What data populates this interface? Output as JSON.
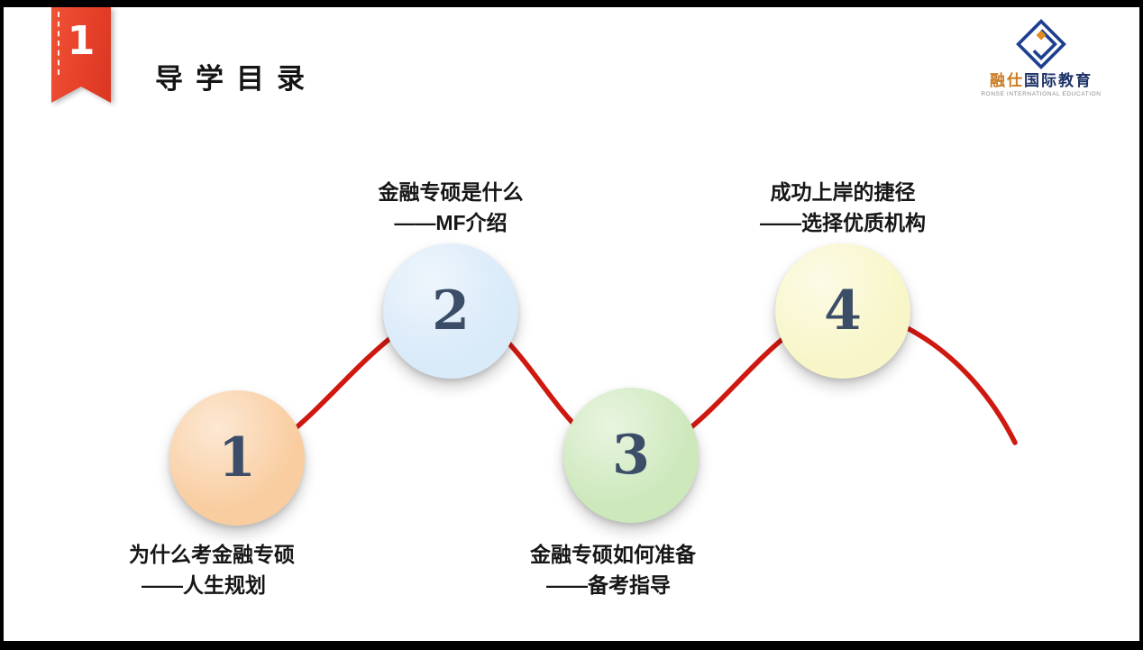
{
  "slide": {
    "chapter_badge": "1",
    "title": "导学目录",
    "logo": {
      "brand_orange": "融仕",
      "brand_navy": "国际教育",
      "subtitle": "RONSE INTERNATIONAL EDUCATION"
    },
    "steps": [
      {
        "number": "1",
        "line1": "为什么考金融专硕",
        "line2": "——人生规划",
        "circle_color": "#f9cda0"
      },
      {
        "number": "2",
        "line1": "金融专硕是什么",
        "line2": "——MF介绍",
        "circle_color": "#d9eaf9"
      },
      {
        "number": "3",
        "line1": "金融专硕如何准备",
        "line2": "——备考指导",
        "circle_color": "#cde8bb"
      },
      {
        "number": "4",
        "line1": "成功上岸的捷径",
        "line2": "——选择优质机构",
        "circle_color": "#f8f6c8"
      }
    ],
    "colors": {
      "ribbon_red": "#e6402a",
      "curve_red": "#cf1810",
      "step_number": "#3c4d68"
    }
  }
}
